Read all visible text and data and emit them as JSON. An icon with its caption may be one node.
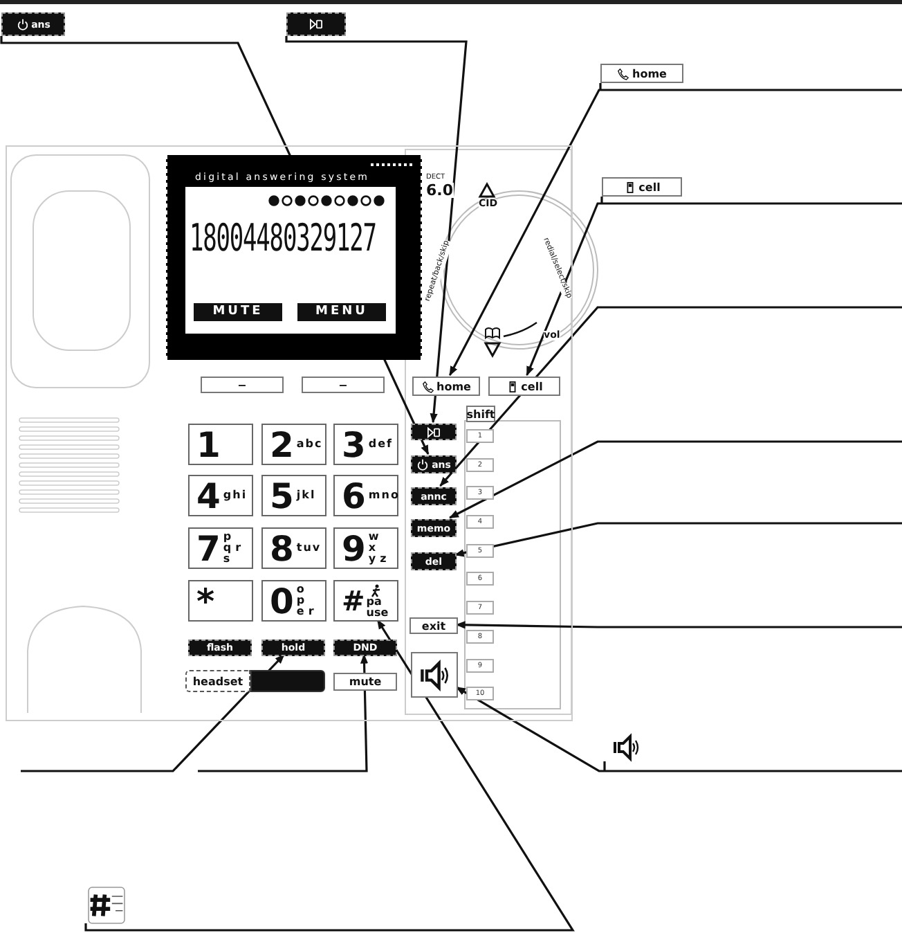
{
  "diagram": {
    "nodes": [
      {
        "text": [],
        "shape": "box"
      },
      {
        "text": [
          "digital answering system",
          "18004480329127",
          "MUTE",
          "MENU"
        ],
        "in": 0
      },
      {
        "text": [
          "−"
        ],
        "in": 0
      },
      {
        "text": [
          "−"
        ],
        "in": 0
      },
      {
        "text": [
          "home"
        ],
        "in": 0
      },
      {
        "text": [
          "cell"
        ],
        "in": 0
      },
      {
        "text": [
          "shift"
        ],
        "in": 0
      },
      {
        "text": [],
        "shape": "box",
        "in": 0
      },
      {
        "text": [
          "ans"
        ],
        "in": 0
      },
      {
        "text": [
          "annc"
        ],
        "in": 0
      },
      {
        "text": [
          "memo"
        ],
        "in": 0
      },
      {
        "text": [
          "del"
        ],
        "in": 0
      },
      {
        "text": [
          "exit"
        ],
        "in": 0
      },
      {
        "text": [],
        "shape": "box",
        "in": 0
      },
      {
        "text": [
          "1"
        ],
        "in": 0
      },
      {
        "text": [
          "2",
          "abc"
        ],
        "in": 0
      },
      {
        "text": [
          "3",
          "def"
        ],
        "in": 0
      },
      {
        "text": [
          "4",
          "ghi"
        ],
        "in": 0
      },
      {
        "text": [
          "5",
          "jkl"
        ],
        "in": 0
      },
      {
        "text": [
          "6",
          "mno"
        ],
        "in": 0
      },
      {
        "text": [
          "7",
          "pqrs"
        ],
        "in": 0
      },
      {
        "text": [
          "8",
          "tuv"
        ],
        "in": 0
      },
      {
        "text": [
          "9",
          "wxyz"
        ],
        "in": 0
      },
      {
        "text": [
          "*"
        ],
        "in": 0
      },
      {
        "text": [
          "0",
          "oper"
        ],
        "in": 0
      },
      {
        "text": [
          "#",
          "pause"
        ],
        "in": 0
      },
      {
        "text": [
          "flash"
        ],
        "in": 0
      },
      {
        "text": [
          "hold"
        ],
        "in": 0
      },
      {
        "text": [
          "DND"
        ],
        "in": 0
      },
      {
        "text": [
          "headset"
        ],
        "in": 0
      },
      {
        "text": [],
        "shape": "box",
        "in": 0
      },
      {
        "text": [
          "mute"
        ],
        "in": 0
      },
      {
        "text": [
          "1"
        ],
        "in": 0
      },
      {
        "text": [
          "2"
        ],
        "in": 0
      },
      {
        "text": [
          "3"
        ],
        "in": 0
      },
      {
        "text": [
          "4"
        ],
        "in": 0
      },
      {
        "text": [
          "5"
        ],
        "in": 0
      },
      {
        "text": [
          "6"
        ],
        "in": 0
      },
      {
        "text": [
          "7"
        ],
        "in": 0
      },
      {
        "text": [
          "8"
        ],
        "in": 0
      },
      {
        "text": [
          "9"
        ],
        "in": 0
      },
      {
        "text": [
          "10"
        ],
        "in": 0
      },
      {
        "text": [
          "ans"
        ]
      },
      {
        "text": [],
        "shape": "box"
      },
      {
        "text": [
          "home"
        ]
      },
      {
        "text": [
          "cell"
        ]
      },
      {
        "text": [],
        "shape": "speaker"
      },
      {
        "text": [],
        "shape": "box"
      }
    ],
    "edges": [
      {
        "from": 42,
        "to": 8,
        "arrow": "to"
      },
      {
        "from": 43,
        "to": 7,
        "arrow": "to"
      },
      {
        "from": 44,
        "to": 4,
        "arrow": "to"
      },
      {
        "from": 45,
        "to": 5,
        "arrow": "to"
      },
      {
        "from": null,
        "to": 9,
        "arrow": "to"
      },
      {
        "from": null,
        "to": 10,
        "arrow": "to"
      },
      {
        "from": null,
        "to": 11,
        "arrow": "to"
      },
      {
        "from": null,
        "to": 12,
        "arrow": "to"
      },
      {
        "from": 46,
        "to": 13,
        "arrow": "to"
      },
      {
        "from": null,
        "to": 27,
        "arrow": "to"
      },
      {
        "from": null,
        "to": 28,
        "arrow": "to"
      },
      {
        "from": 47,
        "to": 25,
        "arrow": "to"
      }
    ],
    "labels": [
      "DECT",
      "6.0",
      "CID",
      "repeat/back/skip",
      "redial/select/skip",
      "vol"
    ]
  }
}
